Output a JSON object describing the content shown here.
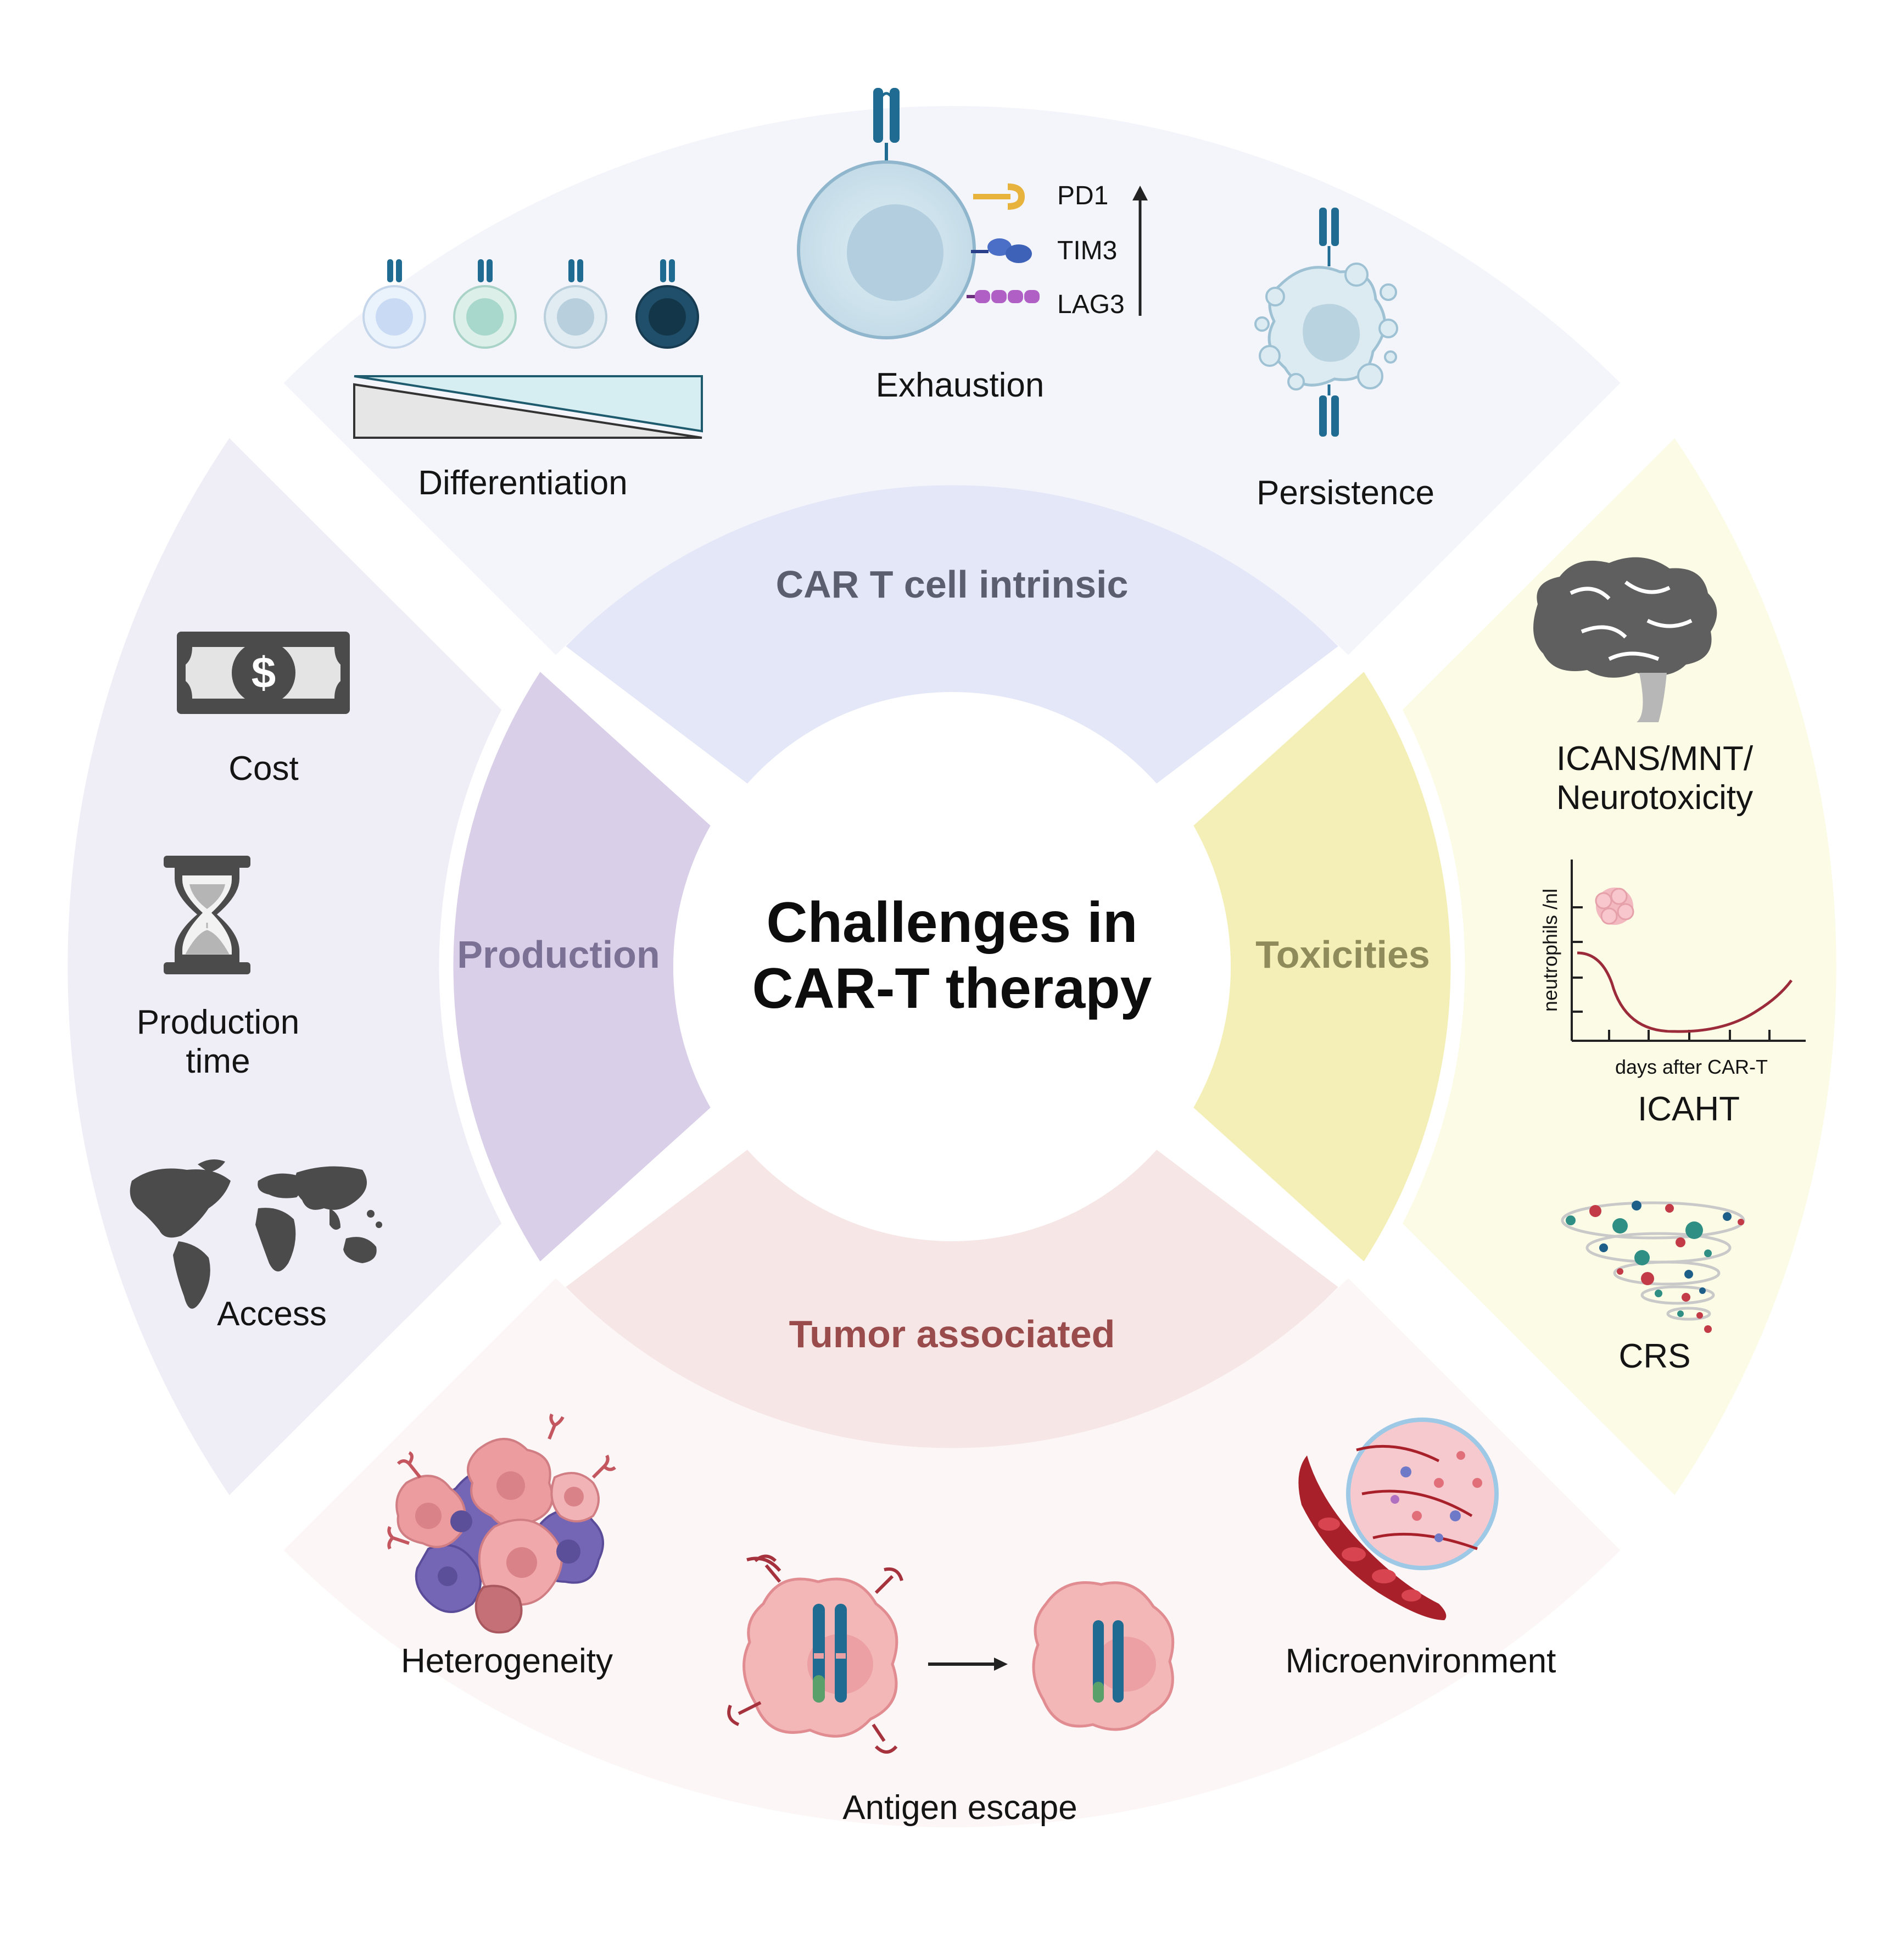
{
  "title": {
    "line1": "Challenges in",
    "line2": "CAR-T therapy"
  },
  "colors": {
    "intrinsic_outer": "#f4f5fb",
    "intrinsic_inner": "#e3e7f7",
    "intrinsic_text": "#5a5e6e",
    "toxicities_outer": "#fbfbe6",
    "toxicities_inner": "#f3efb6",
    "toxicities_text": "#8f8b5a",
    "tumor_outer": "#fcf6f6",
    "tumor_inner": "#f6e6e6",
    "tumor_text": "#9a4c4c",
    "production_outer": "#efedf6",
    "production_inner": "#d9cfe8",
    "production_text": "#7a7194",
    "car_blue": "#1f6b91",
    "tumor_pink": "#eea0a2",
    "tumor_purple": "#7a66b8",
    "curve": "#9c2b3a"
  },
  "sectors": {
    "intrinsic": {
      "label": "CAR T cell intrinsic",
      "items": {
        "differentiation": "Differentiation",
        "exhaustion": "Exhaustion",
        "persistence": "Persistence"
      },
      "markers": [
        "PD1",
        "TIM3",
        "LAG3"
      ]
    },
    "toxicities": {
      "label": "Toxicities",
      "items": {
        "icans_line1": "ICANS/MNT/",
        "icans_line2": "Neurotoxicity",
        "icaht": "ICAHT",
        "crs": "CRS"
      },
      "graph": {
        "ylabel": "neutrophils /nl",
        "xlabel": "days after CAR-T"
      }
    },
    "tumor": {
      "label": "Tumor associated",
      "items": {
        "heterogeneity": "Heterogeneity",
        "antigen_escape": "Antigen escape",
        "microenvironment": "Microenvironment"
      }
    },
    "production": {
      "label": "Production",
      "items": {
        "cost": "Cost",
        "production_line1": "Production",
        "production_line2": "time",
        "access": "Access"
      }
    }
  },
  "icons": [
    "dollar-bill-icon",
    "hourglass-icon",
    "world-map-icon",
    "brain-icon",
    "cytokine-storm-icon",
    "t-cell-icon",
    "tumor-cell-icon",
    "blood-vessel-icon",
    "chromosome-icon"
  ]
}
